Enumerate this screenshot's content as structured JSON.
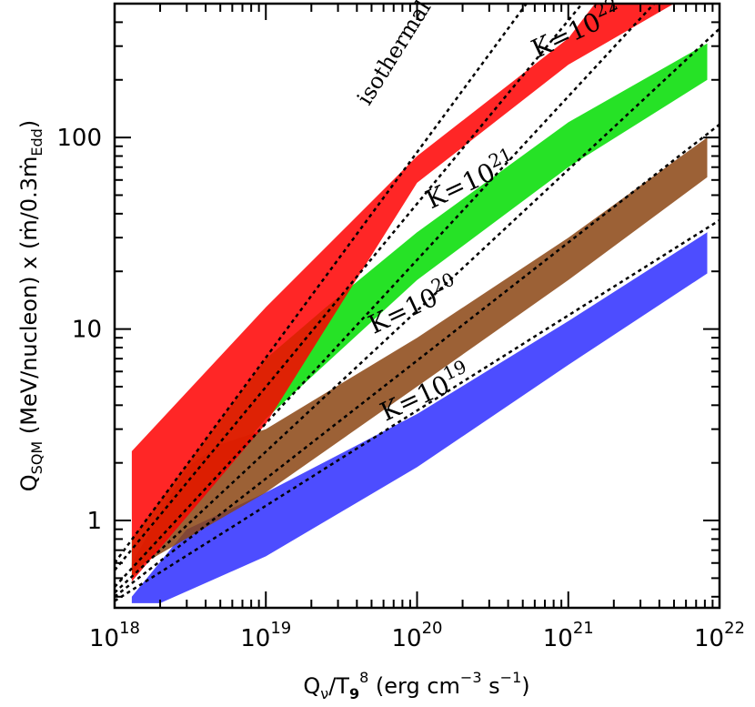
{
  "chart_data": {
    "type": "area",
    "x_scale": "log",
    "y_scale": "log",
    "xlim": [
      1e+18,
      1e+22
    ],
    "ylim": [
      0.35,
      500
    ],
    "x_ticks": [
      {
        "value": 1e+18,
        "base": "10",
        "exp": "18"
      },
      {
        "value": 1e+19,
        "base": "10",
        "exp": "19"
      },
      {
        "value": 1e+20,
        "base": "10",
        "exp": "20"
      },
      {
        "value": 1e+21,
        "base": "10",
        "exp": "21"
      },
      {
        "value": 1e+22,
        "base": "10",
        "exp": "22"
      }
    ],
    "y_ticks": [
      {
        "value": 1,
        "label": "1"
      },
      {
        "value": 10,
        "label": "10"
      },
      {
        "value": 100,
        "label": "100"
      }
    ],
    "xlabel": {
      "main": "Q",
      "sub": "ν",
      "mid": "/T",
      "sub2": "9",
      "sup": "8",
      "units": " (erg cm",
      "units_sup": "−3",
      "units_end": " s",
      "units_sup2": "−1",
      "close": ")"
    },
    "ylabel": {
      "main": "Q",
      "sub": "SQM",
      "rest": " (MeV/nucleon) x (",
      "mdot": "ṁ",
      "mid": "/0.3",
      "mdot2": "ṁ",
      "sub2": "Edd",
      "close": ")"
    },
    "bands": [
      {
        "label_base": "K=10",
        "label_exp": "19",
        "color": "#4d4dff",
        "lower": [
          [
            1.3e+18,
            0.37
          ],
          [
            2e+18,
            0.37
          ],
          [
            1e+19,
            0.65
          ],
          [
            1e+20,
            1.9
          ],
          [
            1e+21,
            6.5
          ],
          [
            8.3e+21,
            19.5
          ]
        ],
        "upper": [
          [
            1.3e+18,
            0.4
          ],
          [
            3e+18,
            0.9
          ],
          [
            1e+19,
            1.4
          ],
          [
            1e+20,
            3.6
          ],
          [
            1e+21,
            11
          ],
          [
            8.3e+21,
            32
          ]
        ],
        "label_at": [
          1.2e+20,
          4.2
        ],
        "label_angle": -25
      },
      {
        "label_base": "K=10",
        "label_exp": "20",
        "color": "#8b4513",
        "lower": [
          [
            1.3e+18,
            0.55
          ],
          [
            1e+19,
            1.4
          ],
          [
            1e+20,
            5.0
          ],
          [
            1e+21,
            18
          ],
          [
            8.3e+21,
            62
          ]
        ],
        "upper": [
          [
            1.3e+18,
            0.6
          ],
          [
            3e+18,
            1.9
          ],
          [
            5e+18,
            2.5
          ],
          [
            1e+19,
            3.0
          ],
          [
            1e+20,
            9.0
          ],
          [
            1e+21,
            30
          ],
          [
            8.3e+21,
            100
          ]
        ],
        "label_at": [
          1e+20,
          12
        ],
        "label_angle": -25
      },
      {
        "label_base": "K=10",
        "label_exp": "21",
        "color": "#00dd00",
        "lower": [
          [
            1.3e+18,
            0.5
          ],
          [
            1e+19,
            3.4
          ],
          [
            1e+20,
            18
          ],
          [
            1e+21,
            70
          ],
          [
            8.3e+21,
            200
          ]
        ],
        "upper": [
          [
            1.3e+18,
            0.8
          ],
          [
            1e+19,
            7.0
          ],
          [
            2.5e+19,
            13
          ],
          [
            1e+20,
            32
          ],
          [
            1e+21,
            120
          ],
          [
            8.3e+21,
            310
          ]
        ],
        "label_at": [
          2.4e+20,
          54
        ],
        "label_angle": -25
      },
      {
        "label_base": "K=10",
        "label_exp": "22",
        "color": "#ff0000",
        "lower": [
          [
            1.3e+18,
            0.48
          ],
          [
            1e+19,
            3.2
          ],
          [
            1e+20,
            58
          ],
          [
            1e+21,
            240
          ],
          [
            5e+21,
            500
          ]
        ],
        "upper": [
          [
            1.3e+18,
            2.3
          ],
          [
            1e+19,
            13
          ],
          [
            1e+20,
            80
          ],
          [
            1e+21,
            330
          ],
          [
            1.5e+21,
            500
          ]
        ],
        "label_at": [
          1.2e+21,
          330
        ],
        "label_angle": -25
      }
    ],
    "dashed_lines": [
      {
        "points": [
          [
            1e+18,
            0.38
          ],
          [
            1e+22,
            37
          ]
        ]
      },
      {
        "points": [
          [
            1e+18,
            0.4
          ],
          [
            1e+22,
            117
          ]
        ]
      },
      {
        "points": [
          [
            1e+18,
            0.42
          ],
          [
            1e+22,
            370
          ]
        ]
      },
      {
        "points": [
          [
            1e+18,
            0.45
          ],
          [
            1e+22,
            1170
          ]
        ]
      },
      {
        "points": [
          [
            1e+18,
            0.55
          ],
          [
            1e+22,
            3700
          ]
        ]
      },
      {
        "points": [
          [
            1e+18,
            0.6
          ],
          [
            1e+22,
            11700
          ]
        ]
      }
    ],
    "isothermal_label": "isothermal",
    "isothermal_at": [
      4.8e+19,
      145
    ],
    "isothermal_angle": -58
  }
}
